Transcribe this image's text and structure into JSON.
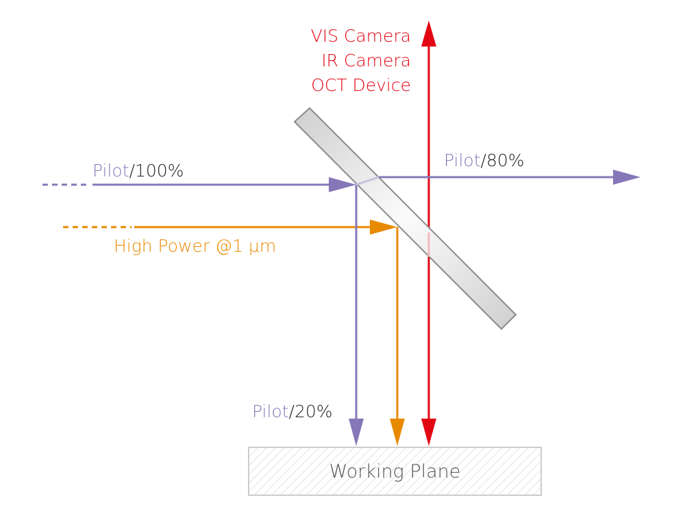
{
  "colors": {
    "pilot": "#8577b8",
    "high_power": "#e88a00",
    "camera": "#e30613",
    "mirror_edge": "#8a8a8a",
    "plane": "#cccccc",
    "text": "#222222"
  },
  "camera_labels": [
    "VIS Camera",
    "IR Camera",
    "OCT Device"
  ],
  "pilot_in": {
    "name": "Pilot",
    "value": "/100%"
  },
  "pilot_transmitted": {
    "name": "Pilot",
    "value": "/80%"
  },
  "pilot_reflected": {
    "name": "Pilot",
    "value": "/20%"
  },
  "high_power_label": "High Power @1 µm",
  "working_plane_label": "Working Plane"
}
